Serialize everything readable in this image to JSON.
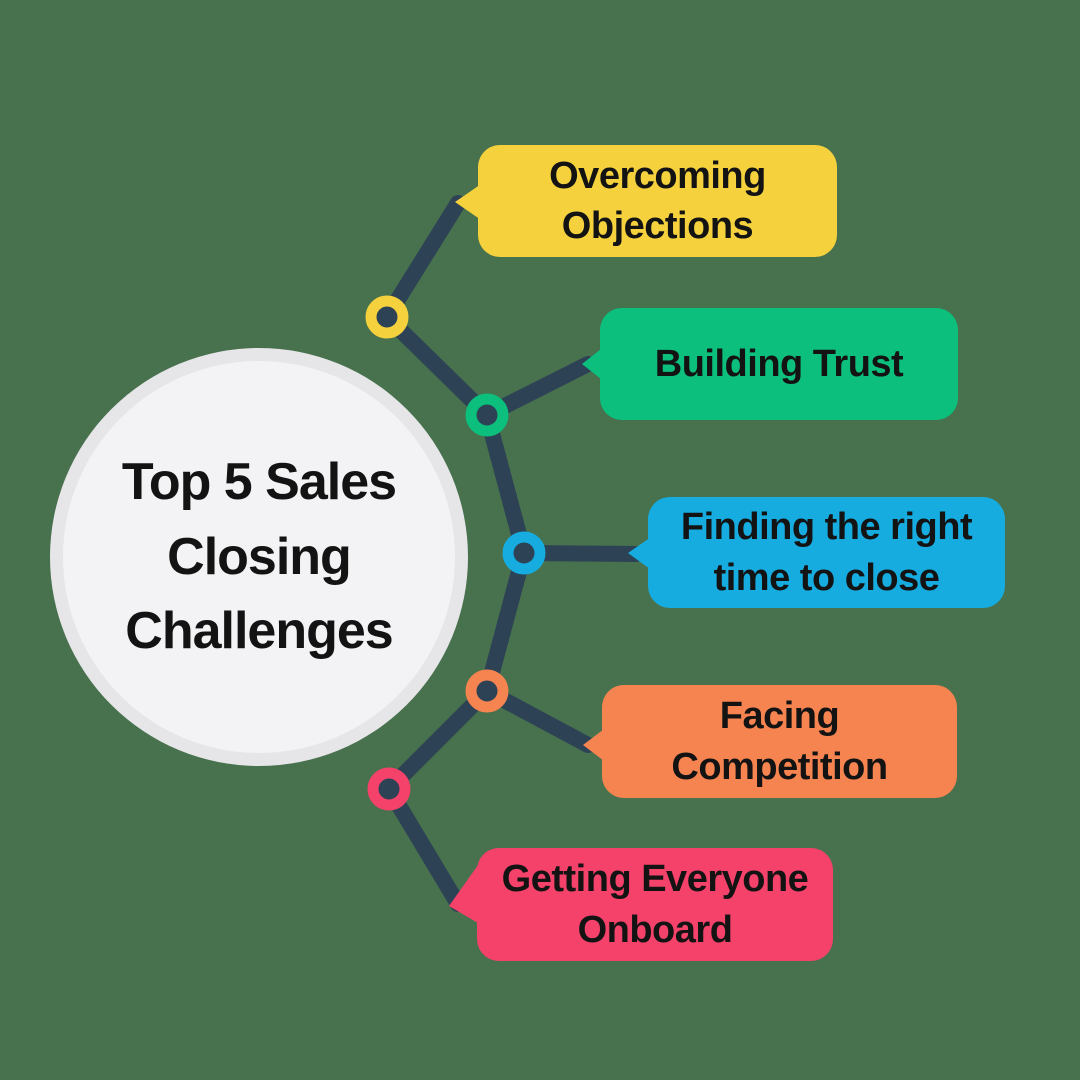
{
  "title": {
    "text": "Top 5 Sales\nClosing\nChallenges"
  },
  "colors": {
    "background": "#48714E",
    "line": "#2D4355",
    "circle_ring": "#E6E6E8",
    "circle_fill": "#F3F3F5",
    "text": "#131313"
  },
  "items": [
    {
      "label": "Overcoming\nObjections",
      "color": "#F5D23D"
    },
    {
      "label": "Building Trust",
      "color": "#0CBF7D"
    },
    {
      "label": "Finding the right\ntime to close",
      "color": "#16ACE0"
    },
    {
      "label": "Facing\nCompetition",
      "color": "#F68450"
    },
    {
      "label": "Getting Everyone\nOnboard",
      "color": "#F5426A"
    }
  ]
}
